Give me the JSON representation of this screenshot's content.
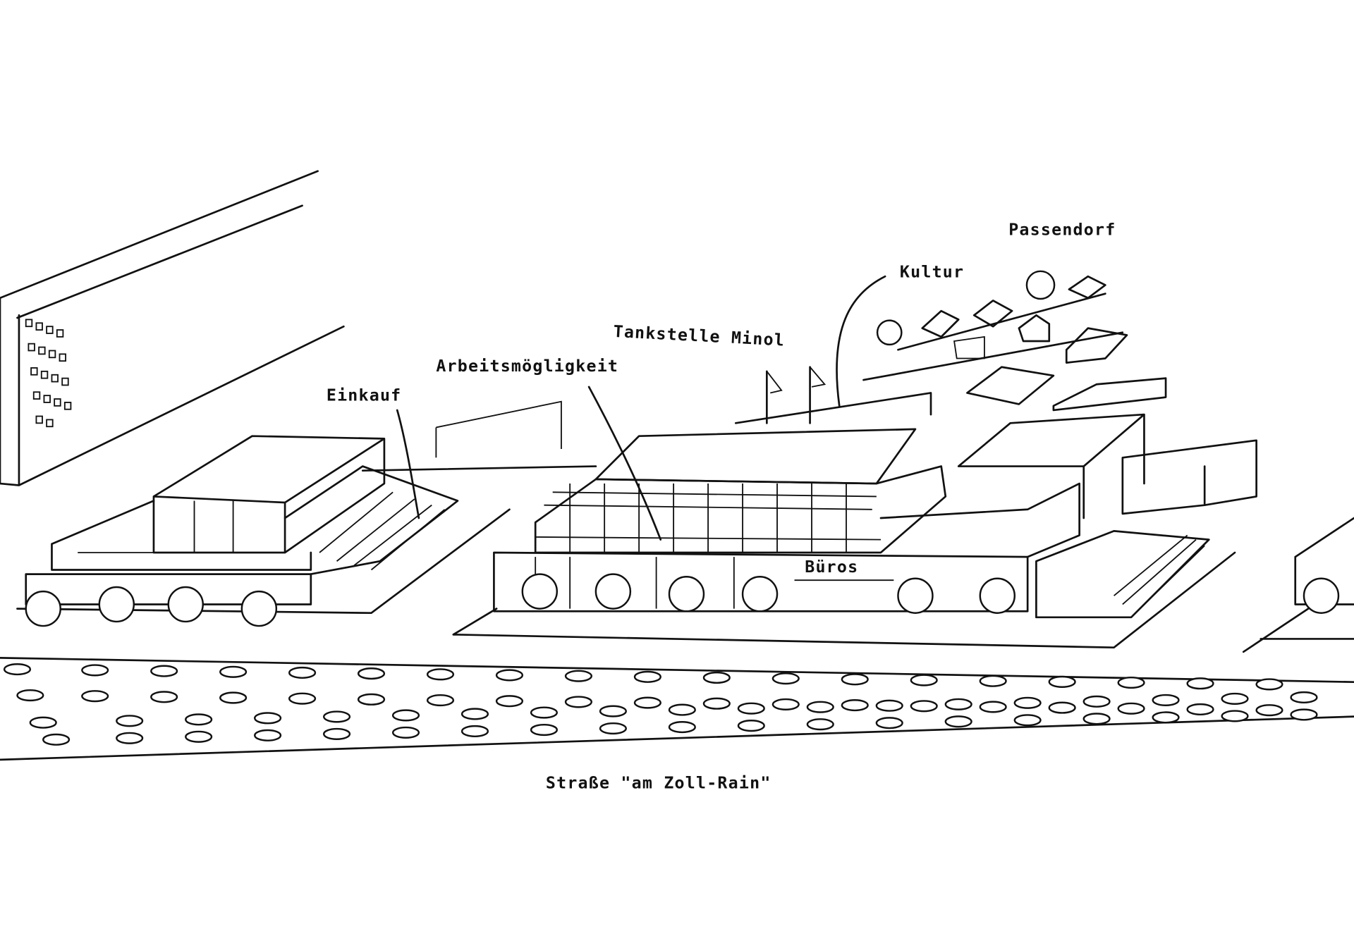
{
  "labels": {
    "passendorf": "Passendorf",
    "kultur": "Kultur",
    "tankstelle": "Tankstelle Minol",
    "arbeit": "Arbeitsmögligkeit",
    "einkauf": "Einkauf",
    "bueros": "Büros",
    "strasse": "Straße \"am Zoll-Rain\""
  }
}
